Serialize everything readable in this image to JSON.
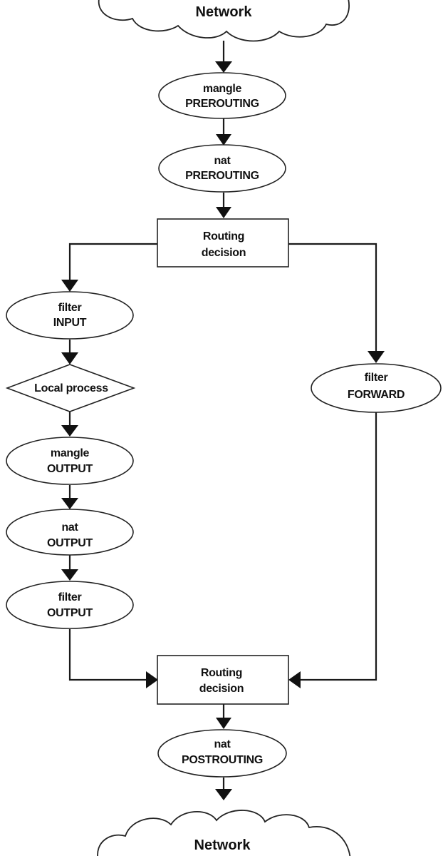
{
  "network_top": {
    "label": "Network"
  },
  "mangle_prerouting": {
    "line1": "mangle",
    "line2": "PREROUTING"
  },
  "nat_prerouting": {
    "line1": "nat",
    "line2": "PREROUTING"
  },
  "routing_decision_1": {
    "line1": "Routing",
    "line2": "decision"
  },
  "filter_input": {
    "line1": "filter",
    "line2": "INPUT"
  },
  "local_process": {
    "label": "Local process"
  },
  "mangle_output": {
    "line1": "mangle",
    "line2": "OUTPUT"
  },
  "nat_output": {
    "line1": "nat",
    "line2": "OUTPUT"
  },
  "filter_output": {
    "line1": "filter",
    "line2": "OUTPUT"
  },
  "filter_forward": {
    "line1": "filter",
    "line2": "FORWARD"
  },
  "routing_decision_2": {
    "line1": "Routing",
    "line2": "decision"
  },
  "nat_postrouting": {
    "line1": "nat",
    "line2": "POSTROUTING"
  },
  "network_bottom": {
    "label": "Network"
  }
}
